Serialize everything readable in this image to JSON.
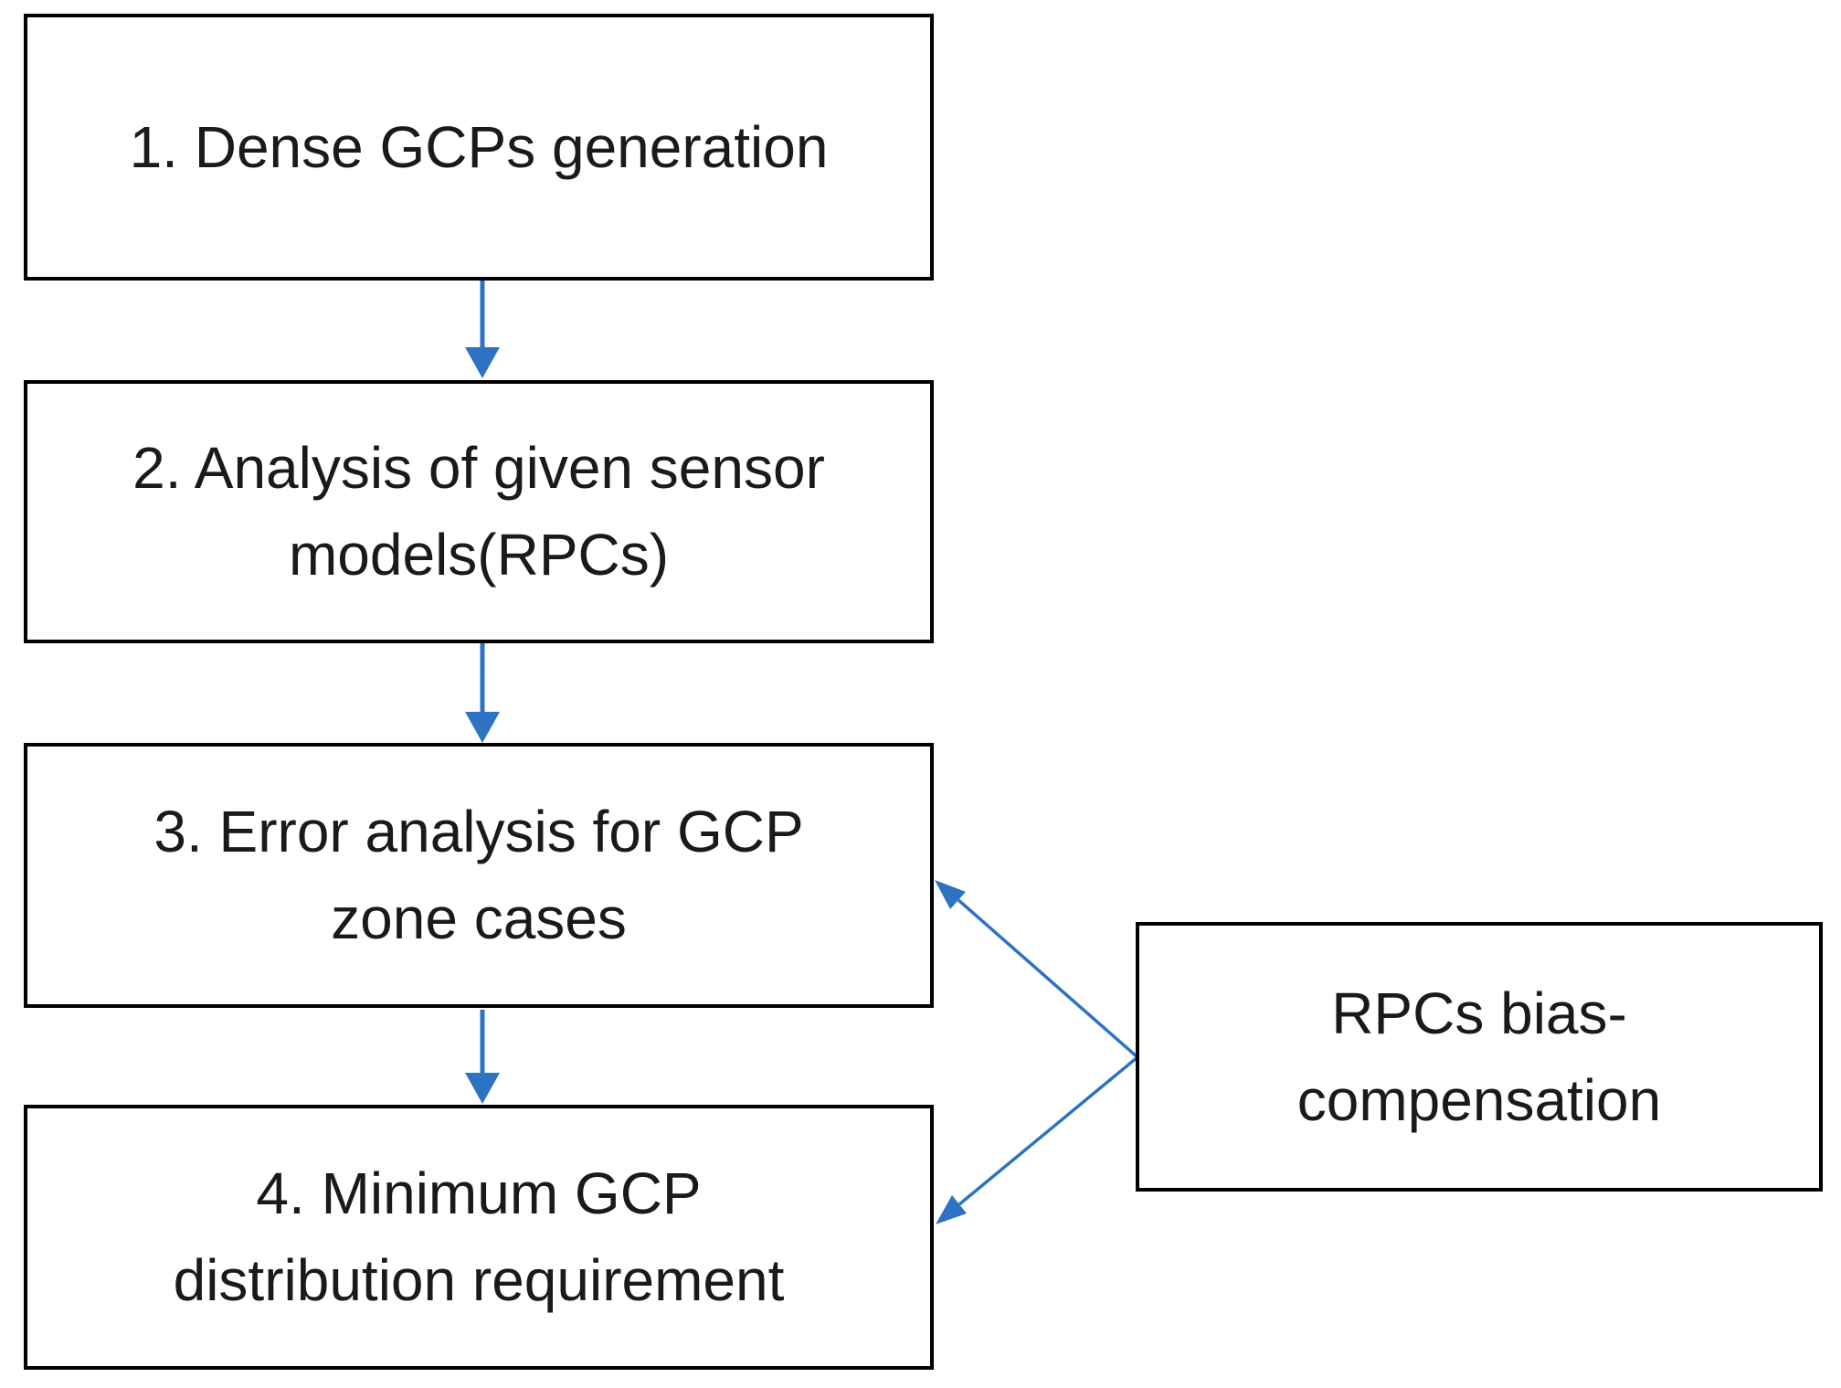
{
  "diagram": {
    "steps": [
      {
        "id": "step-1",
        "lines": [
          "1. Dense GCPs generation"
        ]
      },
      {
        "id": "step-2",
        "lines": [
          "2. Analysis of given sensor",
          "models(RPCs)"
        ]
      },
      {
        "id": "step-3",
        "lines": [
          "3. Error analysis for GCP",
          "zone cases"
        ]
      },
      {
        "id": "step-4",
        "lines": [
          "4. Minimum GCP",
          "distribution requirement"
        ]
      }
    ],
    "side_box": {
      "id": "rpc-bias",
      "lines": [
        "RPCs bias-",
        "compensation"
      ]
    },
    "arrows": [
      {
        "from": "step-1",
        "to": "step-2"
      },
      {
        "from": "step-2",
        "to": "step-3"
      },
      {
        "from": "step-3",
        "to": "step-4"
      },
      {
        "from": "rpc-bias",
        "to": "step-3"
      },
      {
        "from": "rpc-bias",
        "to": "step-4"
      }
    ]
  },
  "colors": {
    "arrow": "#2e72c4",
    "border": "#000000",
    "text": "#1a1a1a",
    "background": "#ffffff"
  }
}
